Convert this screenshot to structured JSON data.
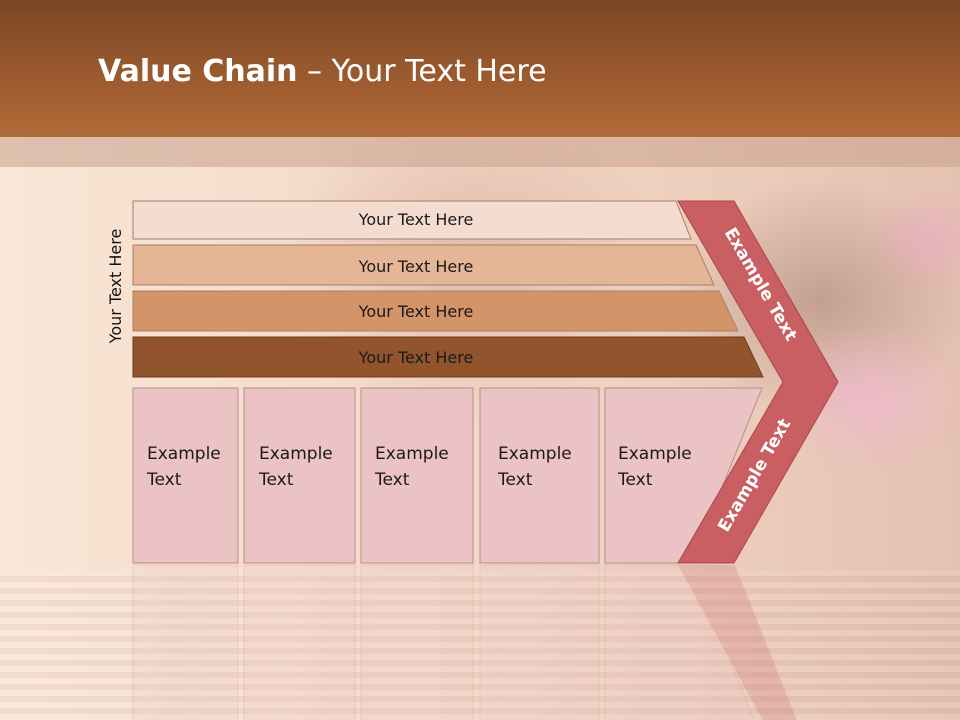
{
  "slide": {
    "title_bold": "Value Chain",
    "title_rest": " – Your Text Here",
    "side_label": "Your Text Here"
  },
  "bars": [
    {
      "label": "Your Text Here",
      "color": "#f4ddd0"
    },
    {
      "label": "Your Text Here",
      "color": "#e4b696"
    },
    {
      "label": "Your Text Here",
      "color": "#d3946a"
    },
    {
      "label": "Your Text Here",
      "color": "#92542c"
    }
  ],
  "boxes": [
    {
      "line1": "Example",
      "line2": "Text"
    },
    {
      "line1": "Example",
      "line2": "Text"
    },
    {
      "line1": "Example",
      "line2": "Text"
    },
    {
      "line1": "Example",
      "line2": "Text"
    },
    {
      "line1": "Example",
      "line2": "Text"
    }
  ],
  "chevron": {
    "upper_label": "Example Text",
    "lower_label": "Example Text",
    "color": "#c95e63"
  },
  "colors": {
    "box_fill": "#ecc3c4",
    "box_stroke": "#b58c8c",
    "header": "#9b5a2e"
  }
}
